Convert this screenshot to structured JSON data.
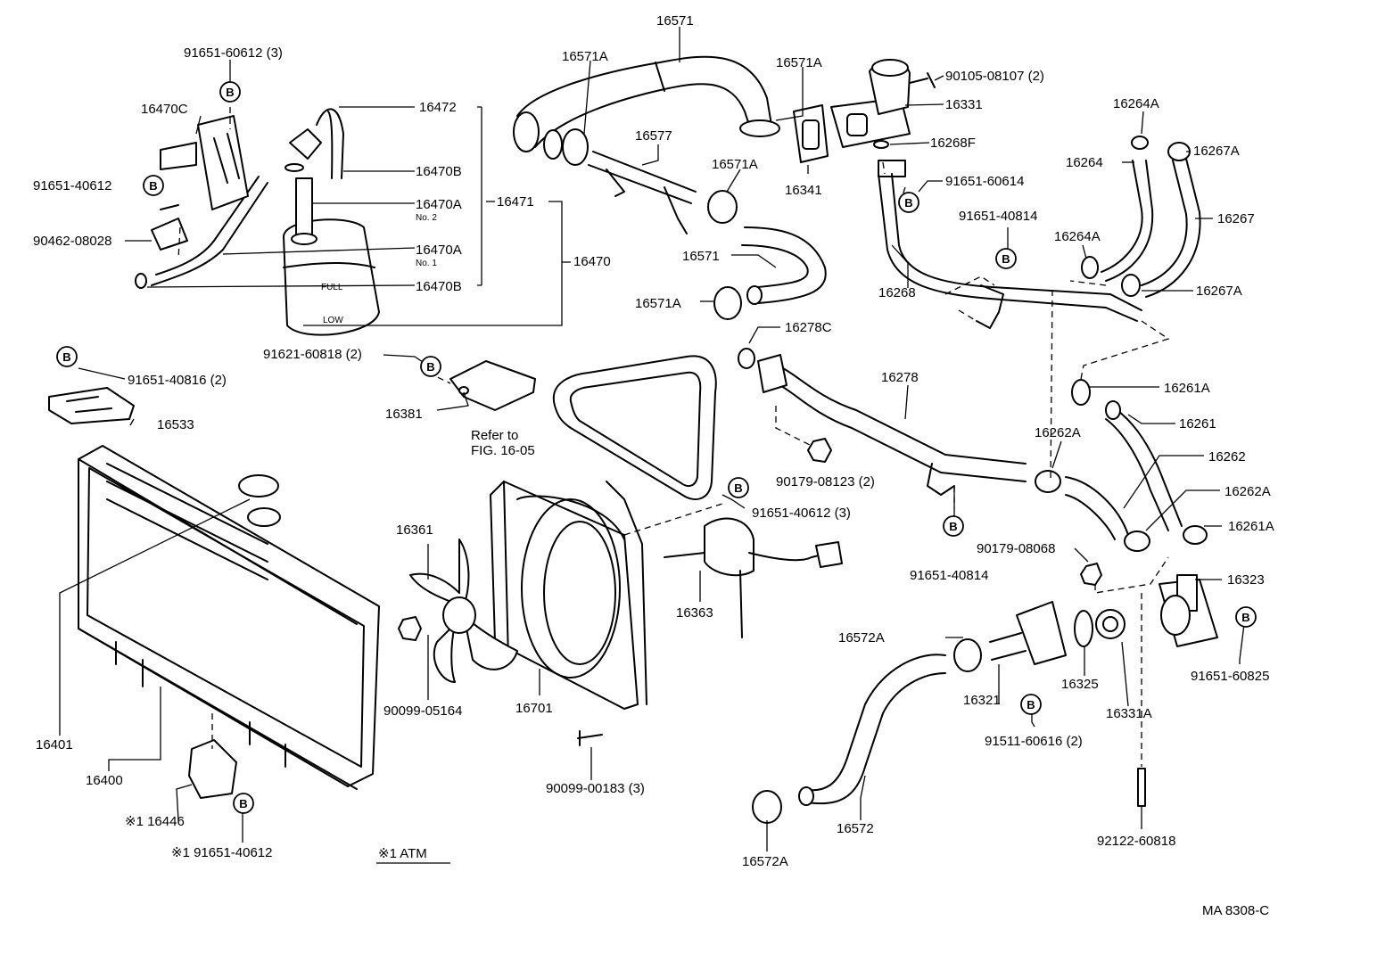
{
  "labels": {
    "p16571_top": "16571",
    "p16571A_a": "16571A",
    "p16571A_b": "16571A",
    "p16571A_c": "16571A",
    "p16571A_d": "16571A",
    "p16571_mid": "16571",
    "p16577": "16577",
    "p16341": "16341",
    "p16331": "16331",
    "p16268F": "16268F",
    "p90105": "90105-08107 (2)",
    "p91651_60614": "91651-60614",
    "p91651_40814_top": "91651-40814",
    "p16268": "16268",
    "p16264A_top": "16264A",
    "p16264": "16264",
    "p16264A_mid": "16264A",
    "p16267A_top": "16267A",
    "p16267": "16267",
    "p16267A_bot": "16267A",
    "p91651_60612_3": "91651-60612 (3)",
    "p16470C": "16470C",
    "p91651_40612_left": "91651-40612",
    "p90462": "90462-08028",
    "p16472": "16472",
    "p16470B_top": "16470B",
    "p16470A_no2": "16470A",
    "no2": "No. 2",
    "p16471": "16471",
    "p16470A_no1": "16470A",
    "no1": "No. 1",
    "p16470B_bot": "16470B",
    "p16470": "16470",
    "p91621": "91621-60818 (2)",
    "p16381": "16381",
    "p91651_40816": "91651-40816 (2)",
    "p16533": "16533",
    "refer1": "Refer to",
    "refer2": "FIG. 16-05",
    "p16278C": "16278C",
    "p16278": "16278",
    "p90179_08123": "90179-08123 (2)",
    "p91651_40814_bot": "91651-40814",
    "p16261A_top": "16261A",
    "p16261": "16261",
    "p16262A_top": "16262A",
    "p16262": "16262",
    "p16262A_mid": "16262A",
    "p16261A_mid": "16261A",
    "p90179_08068": "90179-08068",
    "p16323": "16323",
    "p91651_60825": "91651-60825",
    "p91651_40612_3": "91651-40612 (3)",
    "p16361": "16361",
    "p16363": "16363",
    "p90099_05164": "90099-05164",
    "p16701": "16701",
    "p90099_00183": "90099-00183 (3)",
    "p16401": "16401",
    "p16400": "16400",
    "p16446": "※1 16446",
    "p91651_40612_atm": "※1 91651-40612",
    "atm": "※1 ATM",
    "p16572A_top": "16572A",
    "p16321": "16321",
    "p16325": "16325",
    "p16331A": "16331A",
    "p91511": "91511-60616 (2)",
    "p16572": "16572",
    "p16572A_bot": "16572A",
    "p92122": "92122-60818",
    "ref_code": "MA 8308-C"
  },
  "bolt_marker": "B"
}
